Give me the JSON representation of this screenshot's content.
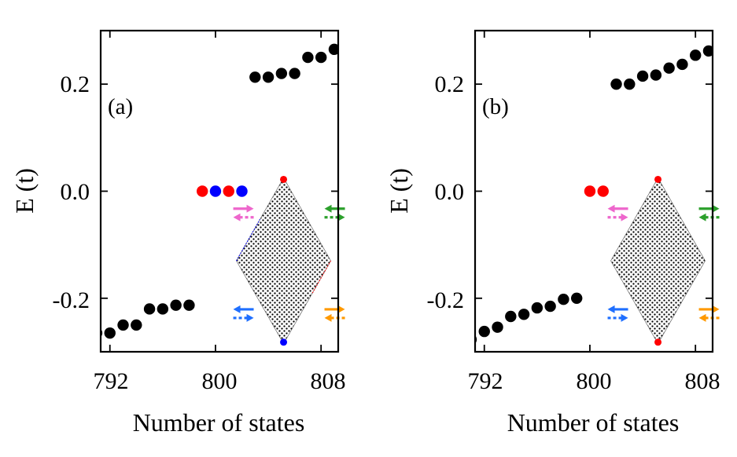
{
  "chart_data": [
    {
      "type": "scatter",
      "panel_label": "(a)",
      "xlabel": "Number of states",
      "ylabel": "E (t)",
      "xlim": [
        791.3,
        809.3
      ],
      "ylim": [
        -0.3,
        0.3
      ],
      "xticks": [
        792,
        800,
        808
      ],
      "xtick_labels": [
        "792",
        "800",
        "808"
      ],
      "yticks": [
        -0.2,
        0.0,
        0.2
      ],
      "ytick_labels": [
        "-0.2",
        "0.0",
        "0.2"
      ],
      "grid": false,
      "series": [
        {
          "color": "#000000",
          "x": [
            791,
            792,
            793,
            794,
            795,
            796,
            797,
            798,
            803,
            804,
            805,
            806,
            807,
            808,
            809
          ],
          "y": [
            -0.265,
            -0.265,
            -0.25,
            -0.25,
            -0.22,
            -0.22,
            -0.213,
            -0.213,
            0.213,
            0.213,
            0.22,
            0.22,
            0.25,
            0.25,
            0.265
          ]
        },
        {
          "color": "#ff0000",
          "x": [
            799,
            801
          ],
          "y": [
            0.0,
            0.0
          ]
        },
        {
          "color": "#0000ff",
          "x": [
            800,
            802
          ],
          "y": [
            0.0,
            0.0
          ]
        }
      ],
      "inset": {
        "top_dot_color": "#ff0000",
        "bottom_dot_color": "#0000ff",
        "edge_left_color": "#0000ff",
        "edge_right_color": "#ff0000",
        "arrows": {
          "top_left_color": "#ee66cc",
          "top_right_color": "#2ca02c",
          "bottom_left_color": "#1f6fff",
          "bottom_right_color": "#ff9900"
        },
        "top_left_solid_dir": "right",
        "top_right_solid_dir": "left",
        "bottom_left_solid_dir": "left",
        "bottom_right_solid_dir": "right"
      }
    },
    {
      "type": "scatter",
      "panel_label": "(b)",
      "xlabel": "Number of states",
      "ylabel": "E (t)",
      "xlim": [
        791.3,
        809.3
      ],
      "ylim": [
        -0.3,
        0.3
      ],
      "xticks": [
        792,
        800,
        808
      ],
      "xtick_labels": [
        "792",
        "800",
        "808"
      ],
      "yticks": [
        -0.2,
        0.0,
        0.2
      ],
      "ytick_labels": [
        "-0.2",
        "0.0",
        "0.2"
      ],
      "grid": false,
      "series": [
        {
          "color": "#000000",
          "x": [
            791,
            792,
            793,
            794,
            795,
            796,
            797,
            798,
            799,
            802,
            803,
            804,
            805,
            806,
            807,
            808,
            809
          ],
          "y": [
            -0.277,
            -0.262,
            -0.254,
            -0.234,
            -0.23,
            -0.218,
            -0.215,
            -0.202,
            -0.2,
            0.2,
            0.2,
            0.215,
            0.217,
            0.23,
            0.237,
            0.254,
            0.262
          ]
        },
        {
          "color": "#ff0000",
          "x": [
            800,
            801
          ],
          "y": [
            0.0,
            0.0
          ]
        }
      ],
      "inset": {
        "top_dot_color": "#ff0000",
        "bottom_dot_color": "#ff0000",
        "edge_left_color": "",
        "edge_right_color": "",
        "arrows": {
          "top_left_color": "#ee66cc",
          "top_right_color": "#2ca02c",
          "bottom_left_color": "#1f6fff",
          "bottom_right_color": "#ff9900"
        },
        "top_left_solid_dir": "left",
        "top_right_solid_dir": "right",
        "bottom_left_solid_dir": "left",
        "bottom_right_solid_dir": "right"
      }
    }
  ]
}
